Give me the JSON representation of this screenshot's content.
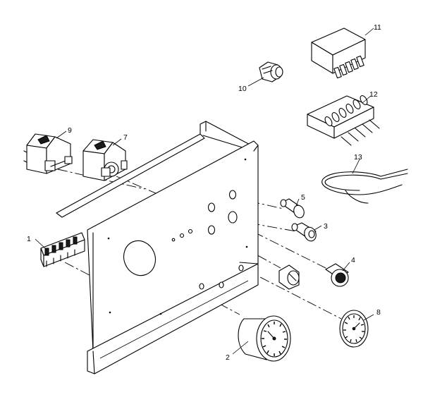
{
  "callouts": {
    "c1": "1",
    "c2": "2",
    "c3": "3",
    "c4": "4",
    "c5": "5",
    "c7": "7",
    "c8": "8",
    "c9": "9",
    "c10": "10",
    "c11": "11",
    "c12": "12",
    "c13": "13"
  }
}
